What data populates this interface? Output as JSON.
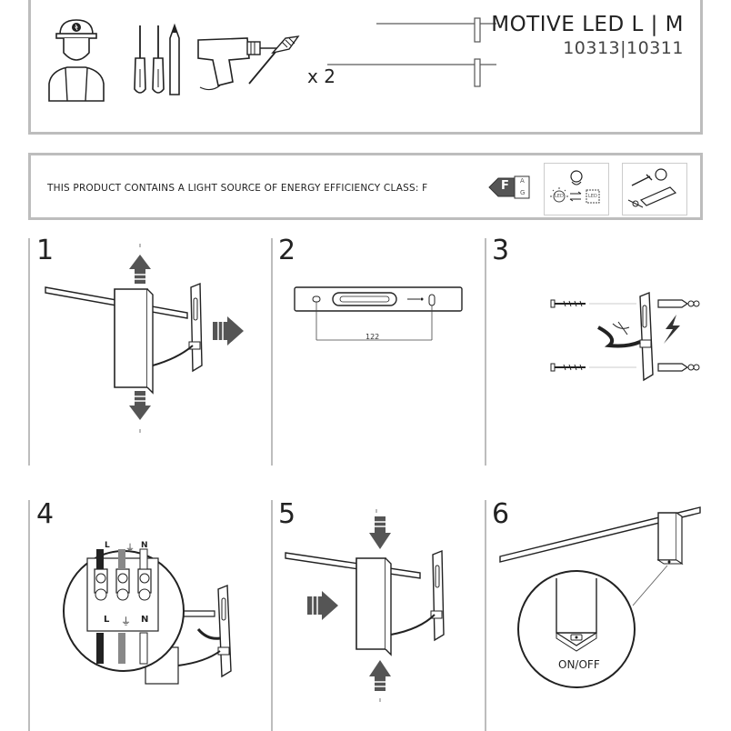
{
  "header": {
    "title": "MOTIVE LED L | M",
    "codes": "10313|10311",
    "quantity": "x 2"
  },
  "energy": {
    "text": "THIS PRODUCT CONTAINS A LIGHT SOURCE OF ENERGY EFFICIENCY CLASS: F",
    "class_letter": "F",
    "scale_top": "A",
    "scale_bottom": "G",
    "led_label_1": "LED",
    "led_label_2": "LED"
  },
  "steps": [
    {
      "number": "1"
    },
    {
      "number": "2",
      "dimension": "122"
    },
    {
      "number": "3"
    },
    {
      "number": "4",
      "terminal_top": [
        "L",
        "⏚",
        "N"
      ],
      "terminal_bottom": [
        "L",
        "⏚",
        "N"
      ]
    },
    {
      "number": "5"
    },
    {
      "number": "6",
      "switch_label": "ON/OFF"
    }
  ],
  "colors": {
    "border": "#bdbdbd",
    "line": "#222222",
    "arrow": "#555555"
  }
}
